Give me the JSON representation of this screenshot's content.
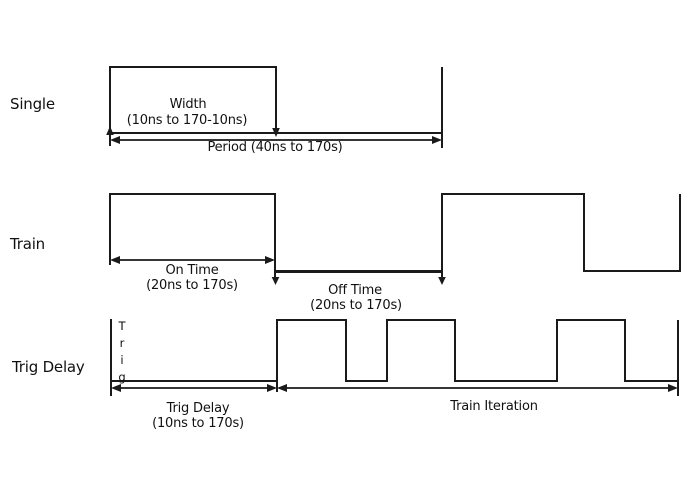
{
  "rows": {
    "single": {
      "label": "Single",
      "width_label": "Width",
      "width_range": "(10ns to 170-10ns)",
      "period_label": "Period (40ns to 170s)"
    },
    "train": {
      "label": "Train",
      "on_time_label": "On Time",
      "on_time_range": "(20ns to 170s)",
      "off_time_label": "Off Time",
      "off_time_range": "(20ns to 170s)"
    },
    "trig_delay": {
      "label": "Trig Delay",
      "trig_axis_label": "Trig",
      "delay_label": "Trig Delay",
      "delay_range": "(10ns to 170s)",
      "iteration_label": "Train Iteration"
    }
  },
  "colors": {
    "line": "#1a1a1a",
    "text": "#111111",
    "background": "#ffffff"
  }
}
